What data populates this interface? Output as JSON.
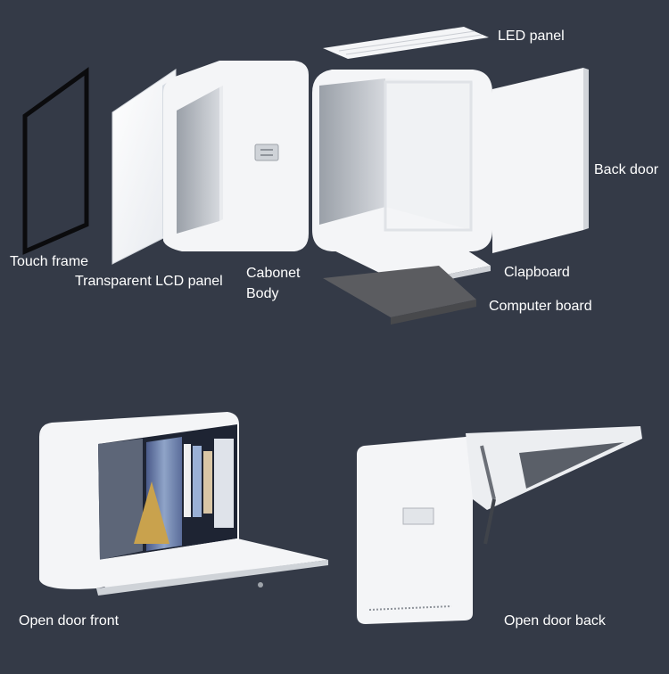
{
  "labels": {
    "led_panel": "LED panel",
    "back_door": "Back door",
    "touch_frame": "Touch frame",
    "transparent_lcd_panel": "Transparent LCD panel",
    "cabonet_line1": "Cabonet",
    "cabonet_line2": "Body",
    "clapboard": "Clapboard",
    "computer_board": "Computer board",
    "open_door_front": "Open door front",
    "open_door_back": "Open door back"
  },
  "colors": {
    "background": "#343a47",
    "panel_white": "#f4f5f7",
    "computer_board": "#5b5c60",
    "frame_black": "#0b0b0d"
  }
}
